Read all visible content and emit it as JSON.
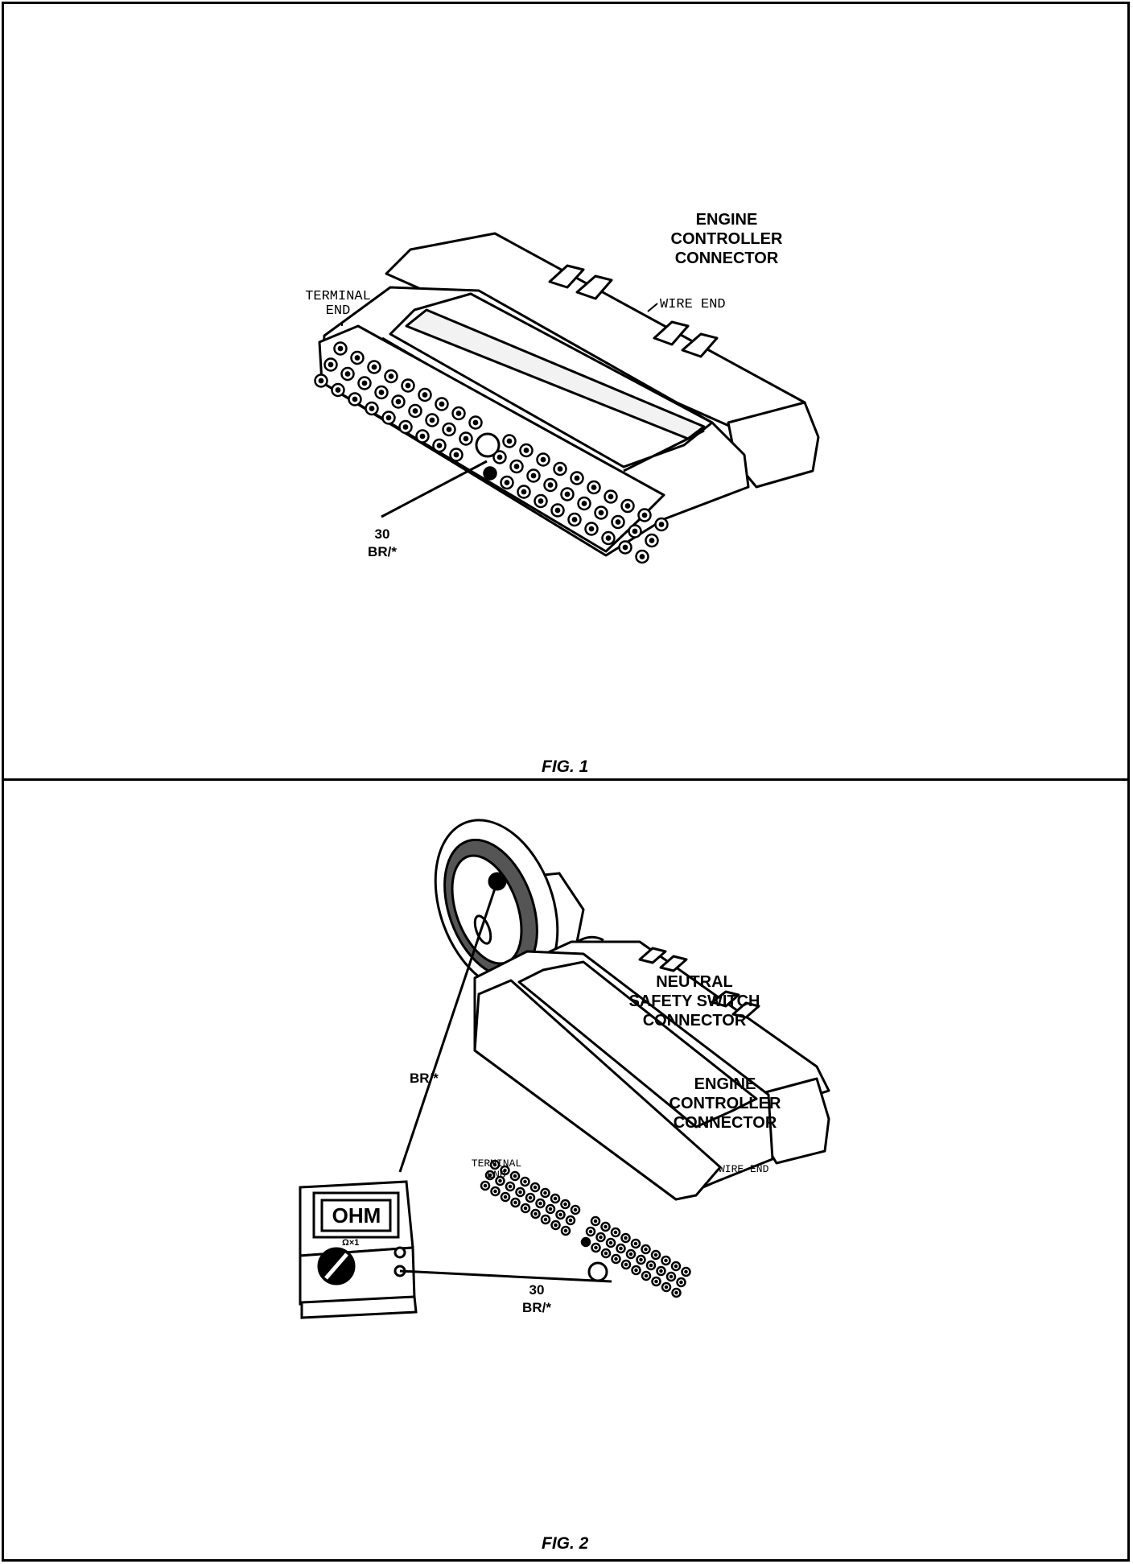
{
  "fig1": {
    "caption": "FIG. 1",
    "connector_title": [
      "ENGINE",
      "CONTROLLER",
      "CONNECTOR"
    ],
    "terminal_end": [
      "TERMINAL",
      "END"
    ],
    "wire_end": "WIRE END",
    "pin_number": "30",
    "wire_color": "BR/*"
  },
  "fig2": {
    "caption": "FIG. 2",
    "switch_title": [
      "NEUTRAL",
      "SAFETY SWITCH",
      "CONNECTOR"
    ],
    "connector_title": [
      "ENGINE",
      "CONTROLLER",
      "CONNECTOR"
    ],
    "terminal_end": [
      "TERMINAL",
      "END"
    ],
    "wire_end": "WIRE END",
    "switch_wire_color": "BR/*",
    "pin_number": "30",
    "wire_color": "BR/*",
    "meter_display": "OHM",
    "meter_range": "Ω×1"
  },
  "icons": {
    "connector": "engine-controller-connector-icon",
    "meter": "ohmmeter-icon",
    "switch": "neutral-safety-switch-connector-icon"
  }
}
